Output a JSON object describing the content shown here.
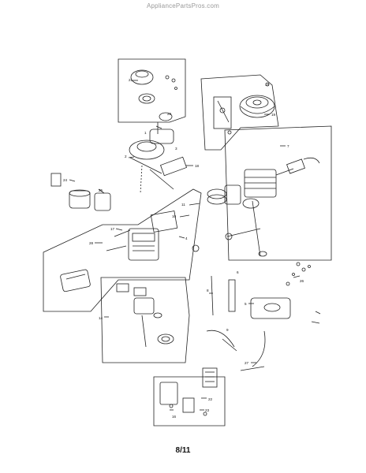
{
  "header": {
    "watermark": "AppliancePartsPros.com"
  },
  "footer": {
    "page_number": "8/11"
  },
  "diagram": {
    "callouts": [
      "21",
      "20",
      "1",
      "3",
      "2",
      "18",
      "19",
      "15",
      "7",
      "11",
      "10",
      "17",
      "28",
      "24",
      "25",
      "4",
      "8",
      "6",
      "14",
      "5",
      "22",
      "23",
      "26",
      "16",
      "27",
      "9"
    ]
  }
}
